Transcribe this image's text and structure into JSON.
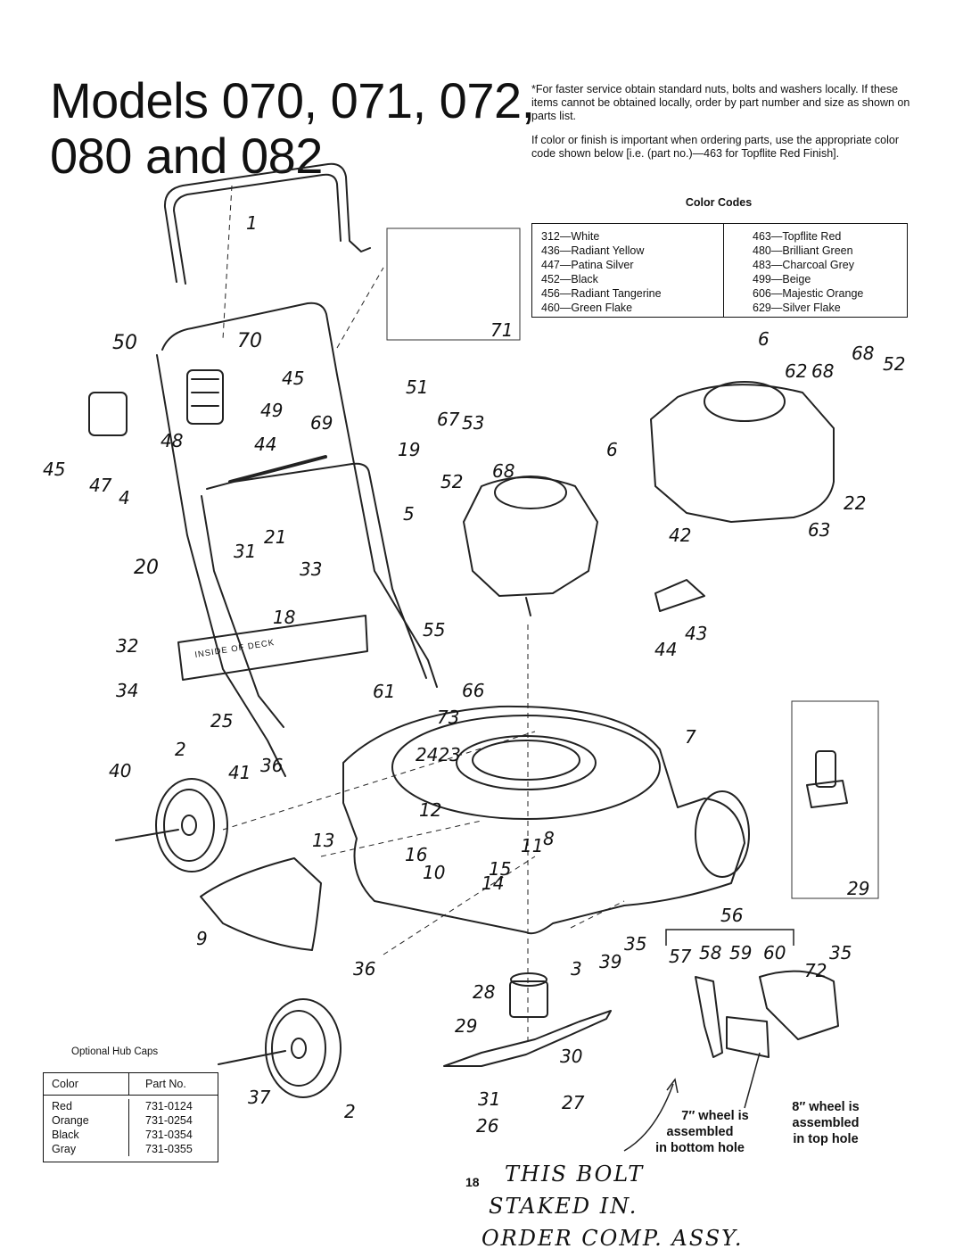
{
  "title": {
    "line1": "Models 070, 071, 072,",
    "line2": "080 and 082"
  },
  "notes": {
    "p1": "*For faster service obtain standard nuts, bolts and washers locally. If these items cannot be obtained locally, order by part number and size as shown on parts list.",
    "p2": "If color or finish is important when ordering parts, use the appropriate color code shown below [i.e. (part no.)—463 for Topflite Red Finish]."
  },
  "color_codes": {
    "title": "Color Codes",
    "left": [
      "312—White",
      "436—Radiant Yellow",
      "447—Patina Silver",
      "452—Black",
      "456—Radiant Tangerine",
      "460—Green Flake"
    ],
    "right": [
      "463—Topflite Red",
      "480—Brilliant Green",
      "483—Charcoal Grey",
      "499—Beige",
      "606—Majestic Orange",
      "629—Silver Flake"
    ]
  },
  "callouts": {
    "c1": "1",
    "c50": "50",
    "c70": "70",
    "c45a": "45",
    "c49": "49",
    "c44a": "44",
    "c48": "48",
    "c45b": "45",
    "c47": "47",
    "c4": "4",
    "c51": "51",
    "c69": "69",
    "c19": "19",
    "c20": "20",
    "c31a": "31",
    "c21": "21",
    "c5": "5",
    "c33": "33",
    "c18": "18",
    "c32": "32",
    "c34": "34",
    "c25": "25",
    "c61": "61",
    "c55": "55",
    "c66": "66",
    "c73": "73",
    "c2a": "2",
    "c40": "40",
    "c41": "41",
    "c36a": "36",
    "c2423": "2423",
    "c12": "12",
    "c13": "13",
    "c16": "16",
    "c10": "10",
    "c11": "11",
    "c8": "8",
    "c15": "15",
    "c14": "14",
    "c7": "7",
    "c9": "9",
    "c36b": "36",
    "c3": "3",
    "c28": "28",
    "c29a": "29",
    "c30": "30",
    "c31b": "31",
    "c27": "27",
    "c26": "26",
    "c37": "37",
    "c2b": "2",
    "c39": "39",
    "c35a": "35",
    "c56": "56",
    "c57": "57",
    "c58": "58",
    "c59": "59",
    "c60": "60",
    "c35b": "35",
    "c72": "72",
    "c29b": "29",
    "c71": "71",
    "c67": "67",
    "c53": "53",
    "c52a": "52",
    "c68a": "68",
    "c6a": "6",
    "c42": "42",
    "c43": "43",
    "c44b": "44",
    "c6b": "6",
    "c68b": "68",
    "c52b": "52",
    "c62": "62",
    "c68c": "68",
    "c22": "22",
    "c63": "63"
  },
  "deck_label": "INSIDE OF DECK",
  "hub_caps": {
    "title": "Optional Hub Caps",
    "col1": "Color",
    "col2": "Part No.",
    "colors": [
      "Red",
      "Orange",
      "Black",
      "Gray"
    ],
    "parts": [
      "731-0124",
      "731-0254",
      "731-0354",
      "731-0355"
    ]
  },
  "wheel_notes": {
    "seven_l1": "7″ wheel is",
    "seven_l2": "assembled",
    "seven_l3": "in bottom hole",
    "eight_l1": "8″ wheel is",
    "eight_l2": "assembled",
    "eight_l3": "in top hole"
  },
  "page_number": "18",
  "handwritten": {
    "l1": "THIS BOLT",
    "l2": "STAKED IN.",
    "l3": "ORDER COMP. ASSY."
  }
}
